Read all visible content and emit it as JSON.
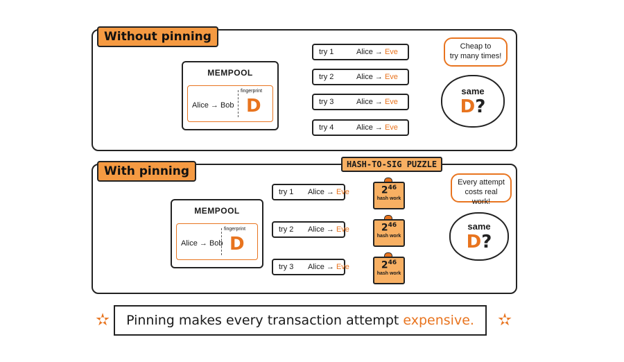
{
  "top_section": {
    "tag": "Without pinning",
    "mempool": {
      "title": "MEMPOOL",
      "tx": "Alice → Bob",
      "fingerprint_label": "fingerprint",
      "fingerprint": "D"
    },
    "tries": [
      {
        "label": "try 1",
        "from": "Alice → ",
        "to": "Eve"
      },
      {
        "label": "try 2",
        "from": "Alice → ",
        "to": "Eve"
      },
      {
        "label": "try 3",
        "from": "Alice → ",
        "to": "Eve"
      },
      {
        "label": "try 4",
        "from": "Alice → ",
        "to": "Eve"
      }
    ],
    "bubble_line1": "Cheap to",
    "bubble_line2": "try many times!",
    "cloud": {
      "word": "same",
      "letter": "D",
      "mark": "?"
    }
  },
  "bottom_section": {
    "tag": "With pinning",
    "puzzle_tag": "HASH-TO-SIG PUZZLE",
    "mempool": {
      "title": "MEMPOOL",
      "tx": "Alice → Bob",
      "fingerprint_label": "fingerprint",
      "fingerprint": "D"
    },
    "tries": [
      {
        "label": "try 1",
        "from": "Alice → ",
        "to": "Eve"
      },
      {
        "label": "try 2",
        "from": "Alice → ",
        "to": "Eve"
      },
      {
        "label": "try 3",
        "from": "Alice → ",
        "to": "Eve"
      }
    ],
    "puzzle": {
      "base": "2",
      "exp": "46",
      "work": "hash work"
    },
    "bubble_line1": "Every attempt",
    "bubble_line2": "costs real work!",
    "cloud": {
      "word": "same",
      "letter": "D",
      "mark": "?"
    }
  },
  "banner": {
    "text": "Pinning makes every transaction attempt ",
    "accent": "expensive."
  },
  "colors": {
    "accent": "#e8741f",
    "tag_fill": "#f59a42",
    "puzzle_fill": "#f8b063",
    "ink": "#222222"
  },
  "icons": [
    "pangolin-thief-icon",
    "sparkle-icon",
    "star-icon",
    "barrier-gate-icon",
    "warning-light-icon"
  ]
}
